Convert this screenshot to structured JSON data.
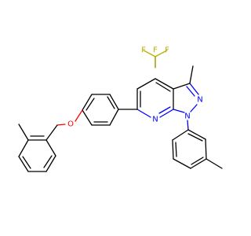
{
  "atoms": {
    "f1": "F",
    "f2": "F",
    "f3": "F",
    "n_ring": "N",
    "n_ring2": "N",
    "n_pyr": "N",
    "o_ether": "O"
  },
  "colors": {
    "carbon": "#000000",
    "nitrogen": "#0000ff",
    "oxygen": "#ff0000",
    "fluorine": "#bbb100",
    "background": "#ffffff"
  }
}
